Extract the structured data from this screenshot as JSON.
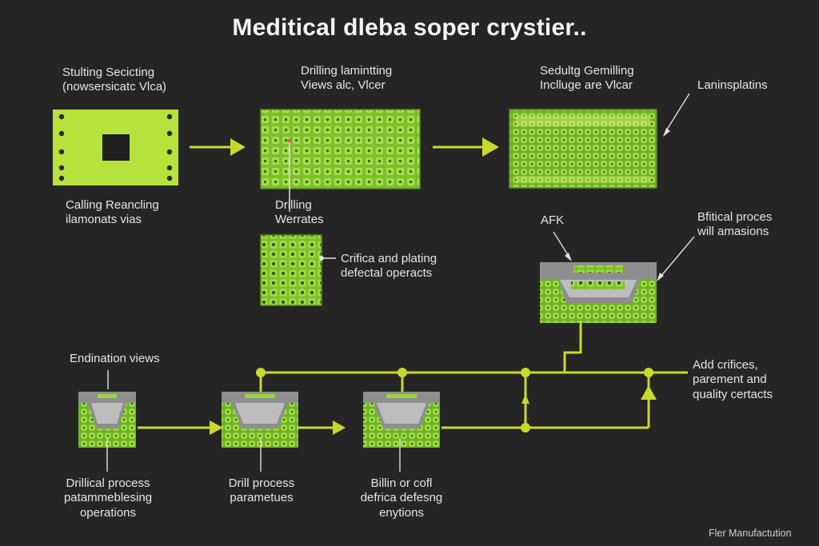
{
  "title": "Meditical dleba soper crystier..",
  "colors": {
    "background": "#252525",
    "board": "#9bd641",
    "board_dark": "#5a8f22",
    "accent": "#c9d92c",
    "metal": "#9a9a9a",
    "text": "#e6e6e6"
  },
  "stages": [
    {
      "title": "Stulting Secicting\n(nowsersicatc Vlca)",
      "caption": "Calling Reancling\nilamonats vias"
    },
    {
      "title": "Drilling lamintting\nViews alc, Vlcer",
      "caption": "Drilling\nWerrates"
    },
    {
      "title": "Sedultg Gemilling\nInclluge are Vlcar",
      "side": "Laninsplatins"
    }
  ],
  "middle": {
    "crifica": "Crifica and plating\ndefectal operacts",
    "afk": "AFK",
    "bfitical": "Bfitical proces\nwill amasions"
  },
  "bottom": {
    "heading": "Endination views",
    "add": "Add crifices,\nparement and\nquality certacts",
    "captions": [
      "Drillical process\npatammeblesing\noperations",
      "Drill process\nparametues",
      "Billin or cofl\ndefrica defesng\nenytions"
    ]
  },
  "footer": "Fler Manufactution"
}
